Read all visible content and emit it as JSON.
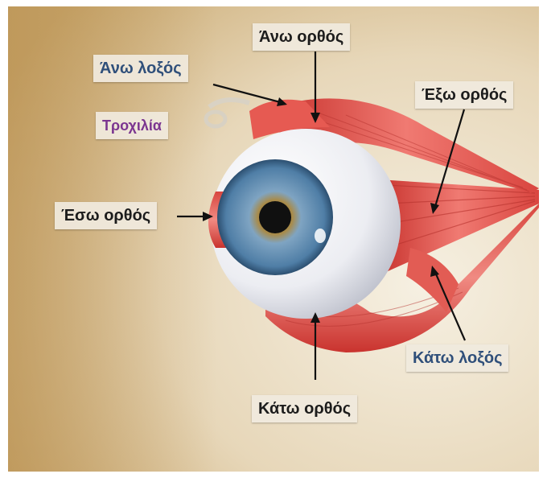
{
  "labels": {
    "superior_rectus": "Άνω ορθός",
    "superior_oblique": "Άνω λοξός",
    "trochlea": "Τροχιλία",
    "lateral_rectus": "Έξω ορθός",
    "medial_rectus": "Έσω ορθός",
    "inferior_oblique": "Κάτω λοξός",
    "inferior_rectus": "Κάτω ορθός"
  },
  "colors": {
    "label_dark": "#1c1c1c",
    "label_blue": "#2f4f7a",
    "label_purple": "#7b3590",
    "muscle": "#e0504a",
    "iris": "#5f8db2"
  }
}
